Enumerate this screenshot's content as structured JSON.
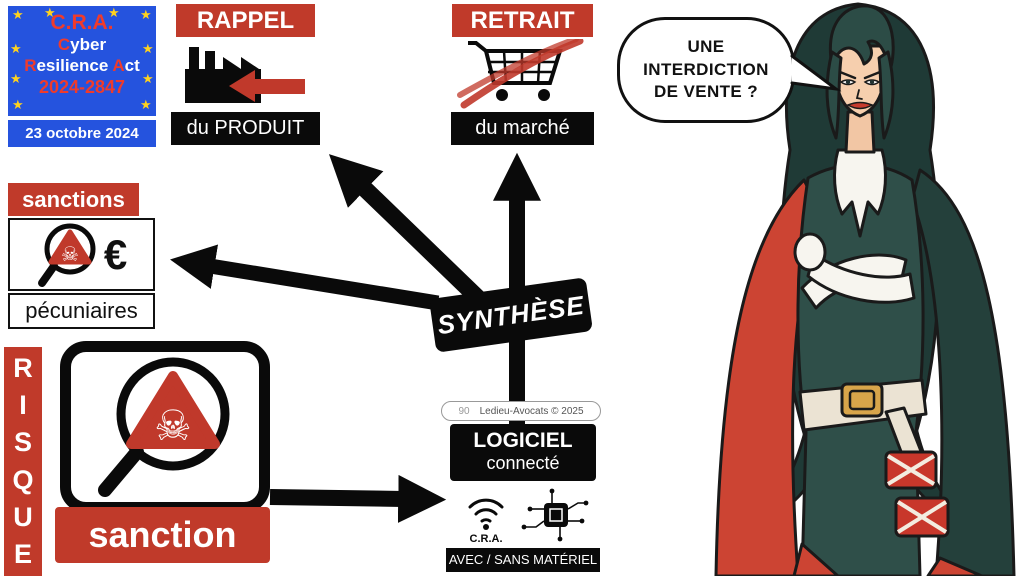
{
  "colors": {
    "red": "#c03a2a",
    "blue": "#2553de",
    "black": "#0a0a0a",
    "gold": "#d8a54a",
    "cape_red": "#cc4433"
  },
  "icons": {
    "skull": "☠",
    "star": "★"
  },
  "eu_badge": {
    "title": "C.R.A.",
    "line2": {
      "c": "C",
      "rest": "yber"
    },
    "line3": {
      "r": "R",
      "rest1": "esilience ",
      "a": "A",
      "rest2": "ct"
    },
    "number": "2024-2847",
    "date": "23 octobre 2024"
  },
  "rappel": {
    "title": "RAPPEL",
    "subtitle": "du PRODUIT"
  },
  "retrait": {
    "title": "RETRAIT",
    "subtitle": "du marché"
  },
  "sanctions": {
    "title": "sanctions",
    "currency": "€",
    "subtitle": "pécuniaires"
  },
  "synthese": {
    "label": "SYNTHÈSE"
  },
  "risque": {
    "letters": [
      "R",
      "I",
      "S",
      "Q",
      "U",
      "E"
    ],
    "sanction_label": "sanction"
  },
  "logiciel": {
    "title": "LOGICIEL",
    "subtitle": "connecté",
    "chip_label": "C.R.A.",
    "footer": "AVEC / SANS MATÉRIEL"
  },
  "credit": {
    "page": "90",
    "text": "Ledieu-Avocats © 2025"
  },
  "speech_bubble": {
    "lines": [
      "UNE",
      "INTERDICTION",
      "DE VENTE ?"
    ]
  }
}
